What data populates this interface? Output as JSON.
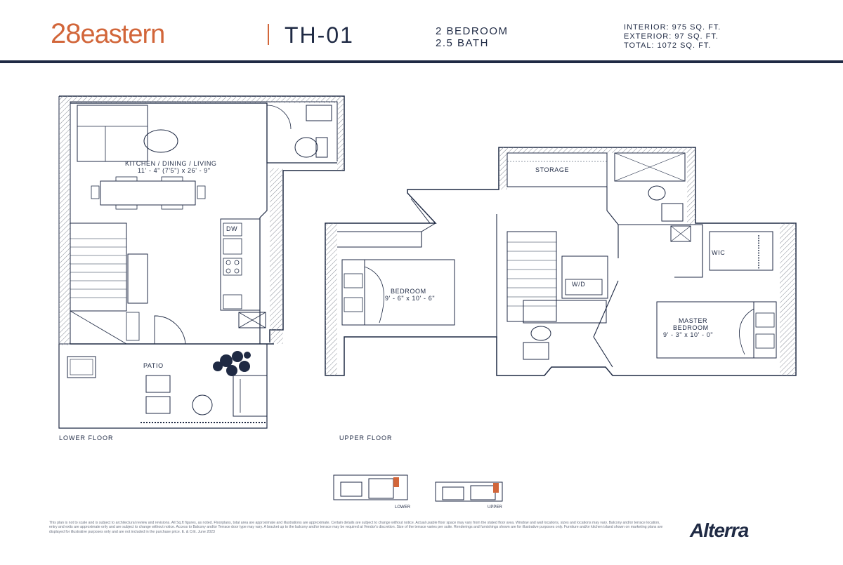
{
  "header": {
    "logo_num": "28",
    "logo_word": "eastern",
    "unit": "TH-01",
    "bedrooms": "2 BEDROOM",
    "baths": "2.5 BATH",
    "interior": "INTERIOR: 975 SQ. FT.",
    "exterior": "EXTERIOR: 97 SQ. FT.",
    "total": "TOTAL: 1072 SQ. FT."
  },
  "rooms": {
    "kitchen_name": "KITCHEN / DINING / LIVING",
    "kitchen_dims": "11' - 4\" (7'5\") x 26' - 9\"",
    "dw": "DW",
    "patio": "PATIO",
    "storage": "STORAGE",
    "bedroom_name": "BEDROOM",
    "bedroom_dims": "9' - 6\" x 10' - 6\"",
    "wd": "W/D",
    "wic": "WIC",
    "master_name": "MASTER",
    "master_name2": "BEDROOM",
    "master_dims": "9' - 3\" x 10' - 0\""
  },
  "floors": {
    "lower": "LOWER FLOOR",
    "upper": "UPPER FLOOR"
  },
  "keyplan": {
    "lower": "LOWER",
    "upper": "UPPER"
  },
  "disclaimer": "This plan is not to scale and is subject to architectural review and revisions. All Sq.ft figures, as noted. Floorplans, total area are approximate and illustrations are approximate. Certain details are subject to change without notice. Actual usable floor space may vary from the stated floor area. Window and wall locations, sizes and locations may vary. Balcony and/or terrace location, entry and exits are approximate only and are subject to change without notice. Access to Balcony and/or Terrace door type may vary. A bracket up to the balcony and/or terrace may be required at Vendor's discretion. Size of the terrace varies per suite. Renderings and furnishings shown are for illustrative purposes only. Furniture and/or kitchen island shown on marketing plans are displayed for illustrative purposes only and are not included in the purchase price. E. & O.E. June 2023",
  "brand": "Alterra",
  "colors": {
    "accent": "#d2663a",
    "navy": "#1f2a44"
  }
}
